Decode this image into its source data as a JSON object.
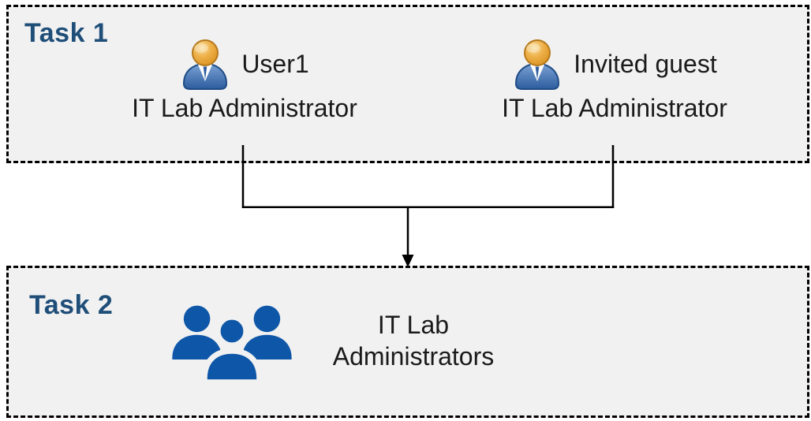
{
  "diagram": {
    "task1": {
      "label": "Task 1",
      "personas": [
        {
          "name": "User1",
          "role": "IT Lab Administrator",
          "icon": "single-user-icon"
        },
        {
          "name": "Invited guest",
          "role": "IT Lab Administrator",
          "icon": "single-user-icon"
        }
      ]
    },
    "task2": {
      "label": "Task 2",
      "group_name": "IT Lab\nAdministrators",
      "icon": "people-group-icon"
    },
    "connector": {
      "description": "lines from both Task 1 personas merge and arrow points down to Task 2 group"
    },
    "colors": {
      "task_label_navy": "#1f4e79",
      "panel_fill": "#f1f1f1",
      "panel_border": "#000000",
      "connector_line": "#000000",
      "body_text": "#1a1a1a",
      "group_icon_blue": "#0e57a8",
      "persona_body_blue": "#2d5c9e",
      "persona_head_gold": "#edb045"
    }
  }
}
